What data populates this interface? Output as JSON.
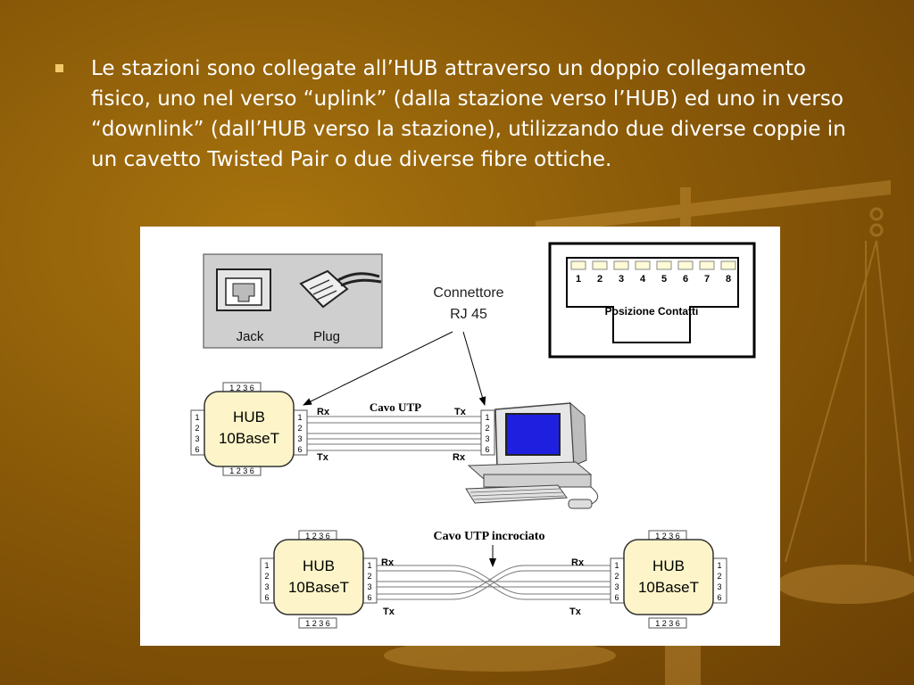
{
  "slide": {
    "text": "Le stazioni sono collegate all’HUB attraverso un doppio collegamento fisico, uno nel verso “uplink” (dalla stazione verso l’HUB) ed uno in verso “downlink” (dall’HUB verso la stazione), utilizzando due diverse coppie in un cavetto Twisted Pair o due diverse fibre ottiche."
  },
  "diagram": {
    "jack_label": "Jack",
    "plug_label": "Plug",
    "connector_label_line1": "Connettore",
    "connector_label_line2": "RJ 45",
    "pin_numbers": [
      "1",
      "2",
      "3",
      "4",
      "5",
      "6",
      "7",
      "8"
    ],
    "contacts_label": "Posizione Contatti",
    "hub_line1": "HUB",
    "hub_line2": "10BaseT",
    "port_pins_top": "1 2 3 6",
    "port_pins_side": [
      "1",
      "2",
      "3",
      "6"
    ],
    "cable_straight_label": "Cavo UTP",
    "cable_cross_label": "Cavo UTP incrociato",
    "rx_label": "Rx",
    "tx_label": "Tx"
  },
  "colors": {
    "hub_fill": "#fdf5c9",
    "screen": "#1f1fe0",
    "bullet": "#f2c96a"
  }
}
